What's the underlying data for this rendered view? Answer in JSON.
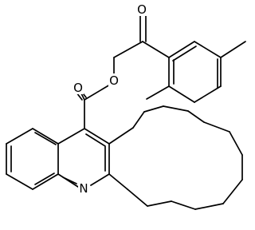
{
  "structure": {
    "atoms": [
      {
        "id": "o_ketone",
        "symbol": "O"
      },
      {
        "id": "o_ester_carbonyl",
        "symbol": "O"
      },
      {
        "id": "o_ester_link",
        "symbol": "O"
      },
      {
        "id": "n_quinoline",
        "symbol": "N"
      }
    ],
    "bond_color": "#000000",
    "background": "#ffffff"
  }
}
